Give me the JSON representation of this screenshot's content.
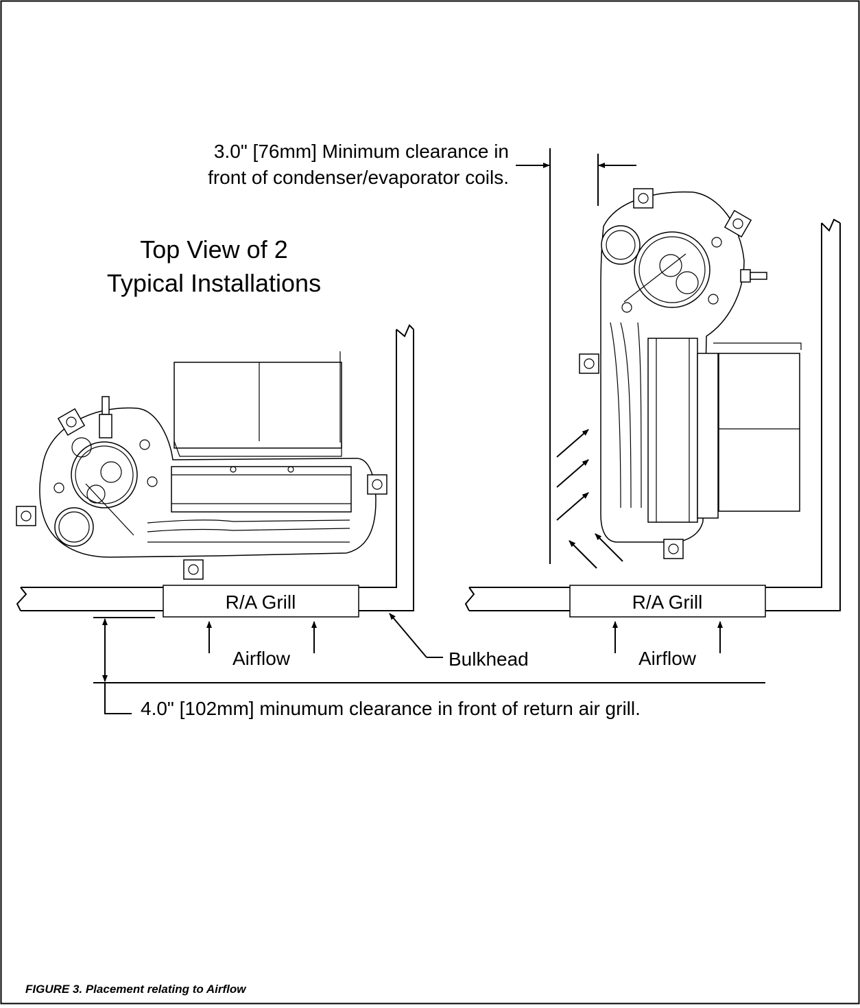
{
  "figure": {
    "title_line1": "Top View of 2",
    "title_line2": "Typical Installations",
    "coil_clearance_line1": "3.0\" [76mm] Minimum clearance in",
    "coil_clearance_line2": "front of condenser/evaporator coils.",
    "grill_left_label": "R/A Grill",
    "grill_right_label": "R/A Grill",
    "airflow_left_label": "Airflow",
    "airflow_right_label": "Airflow",
    "bulkhead_label": "Bulkhead",
    "return_clearance": "4.0\" [102mm] minumum clearance in front of return air grill.",
    "caption": "FIGURE 3.  Placement relating to Airflow"
  }
}
